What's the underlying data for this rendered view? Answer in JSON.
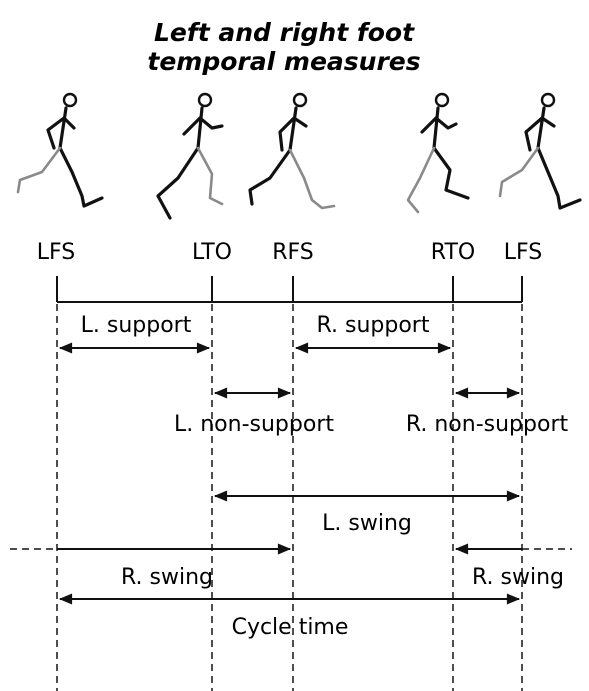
{
  "title": {
    "line1": "Left and right foot",
    "line2": "temporal measures"
  },
  "events": [
    "LFS",
    "LTO",
    "RFS",
    "RTO",
    "LFS"
  ],
  "phases": {
    "l_support": "L. support",
    "r_support": "R. support",
    "l_non_support": "L. non-support",
    "r_non_support": "R. non-support",
    "l_swing": "L. swing",
    "r_swing_left": "R. swing",
    "r_swing_right": "R. swing",
    "cycle_time": "Cycle time"
  },
  "colors": {
    "ink": "#111111",
    "gray_limb": "#8a8a8a",
    "background": "#ffffff"
  }
}
